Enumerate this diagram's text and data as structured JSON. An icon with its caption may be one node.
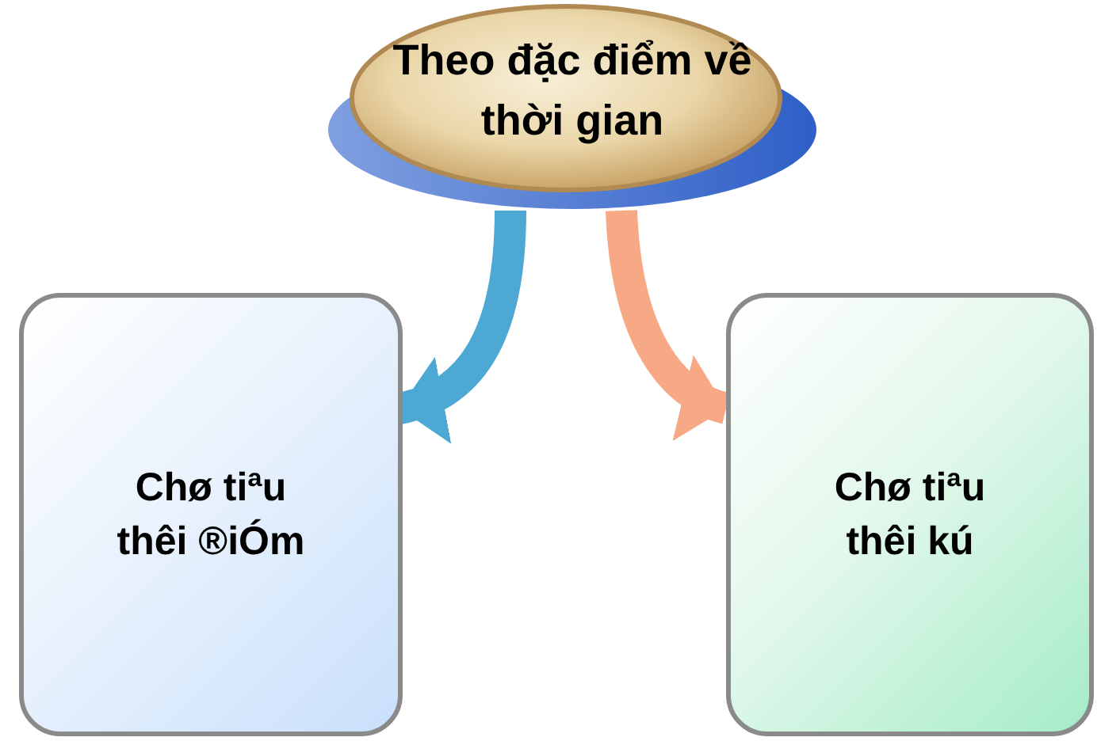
{
  "diagram": {
    "nodes": [
      {
        "text": [
          "Theo đặc điểm về thời gian"
        ]
      },
      {
        "text": [
          "Chø tiªu thêi ®iÓm"
        ]
      },
      {
        "text": [
          "Chø tiªu thêi kú"
        ]
      }
    ],
    "edges": [
      {
        "from": 0,
        "to": 1,
        "arrow": "to",
        "color": "#3a9fd0"
      },
      {
        "from": 0,
        "to": 2,
        "arrow": "to",
        "color": "#f7a07a"
      }
    ]
  }
}
